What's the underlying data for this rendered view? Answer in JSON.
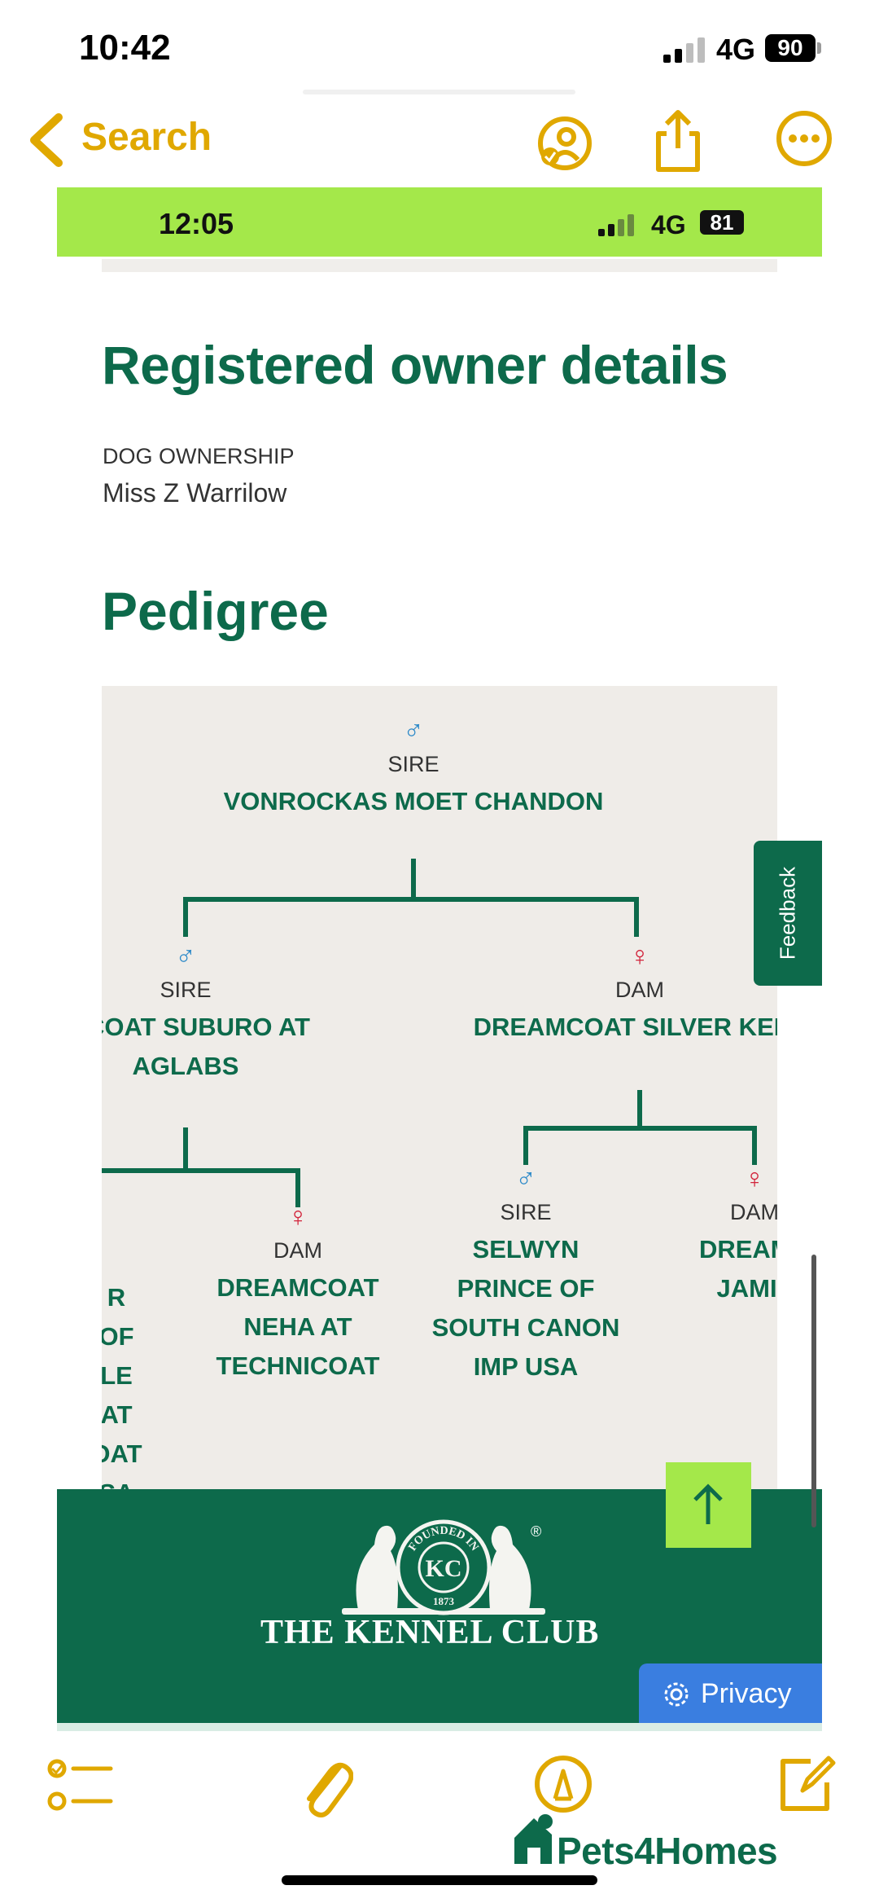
{
  "outer_status": {
    "time": "10:42",
    "network": "4G",
    "battery": "90"
  },
  "nav": {
    "back_label": "Search",
    "icons": [
      "back-chevron-icon",
      "person-badge-icon",
      "share-icon",
      "more-icon"
    ]
  },
  "inner_status": {
    "time": "12:05",
    "network": "4G",
    "battery": "81"
  },
  "owner": {
    "heading": "Registered owner details",
    "label": "DOG OWNERSHIP",
    "name": "Miss Z Warrilow"
  },
  "pedigree": {
    "heading": "Pedigree",
    "male_symbol": "♂",
    "female_symbol": "♀",
    "root": {
      "role": "SIRE",
      "name": "VONROCKAS MOET CHANDON"
    },
    "sire": {
      "role": "SIRE",
      "name_line1": "NICOAT SUBURO AT",
      "name_line2": "AGLABS"
    },
    "dam": {
      "role": "DAM",
      "name": "DREAMCOAT SILVER KEEL"
    },
    "sire_sire": {
      "line1": "R OF",
      "line2": "LE AT",
      "line3": "OAT",
      "line4": "SA"
    },
    "sire_dam": {
      "role": "DAM",
      "line1": "DREAMCOAT",
      "line2": "NEHA AT",
      "line3": "TECHNICOAT"
    },
    "dam_sire": {
      "role": "SIRE",
      "line1": "SELWYN",
      "line2": "PRINCE OF",
      "line3": "SOUTH CANON",
      "line4": "IMP USA"
    },
    "dam_dam": {
      "role": "DAM",
      "line1": "DREAMC",
      "line2": "JAMIL"
    }
  },
  "feedback_label": "Feedback",
  "footer": {
    "org_name": "THE KENNEL CLUB",
    "logo_initials": "KC",
    "logo_ring_top": "FOUNDED IN",
    "logo_year": "1873",
    "privacy_label": "Privacy"
  },
  "watermark": "Pets4Homes",
  "colors": {
    "kc_green": "#0d6a4b",
    "lime": "#a4e84a",
    "accent_yellow": "#e0a800",
    "privacy_blue": "#3a7ee0"
  }
}
